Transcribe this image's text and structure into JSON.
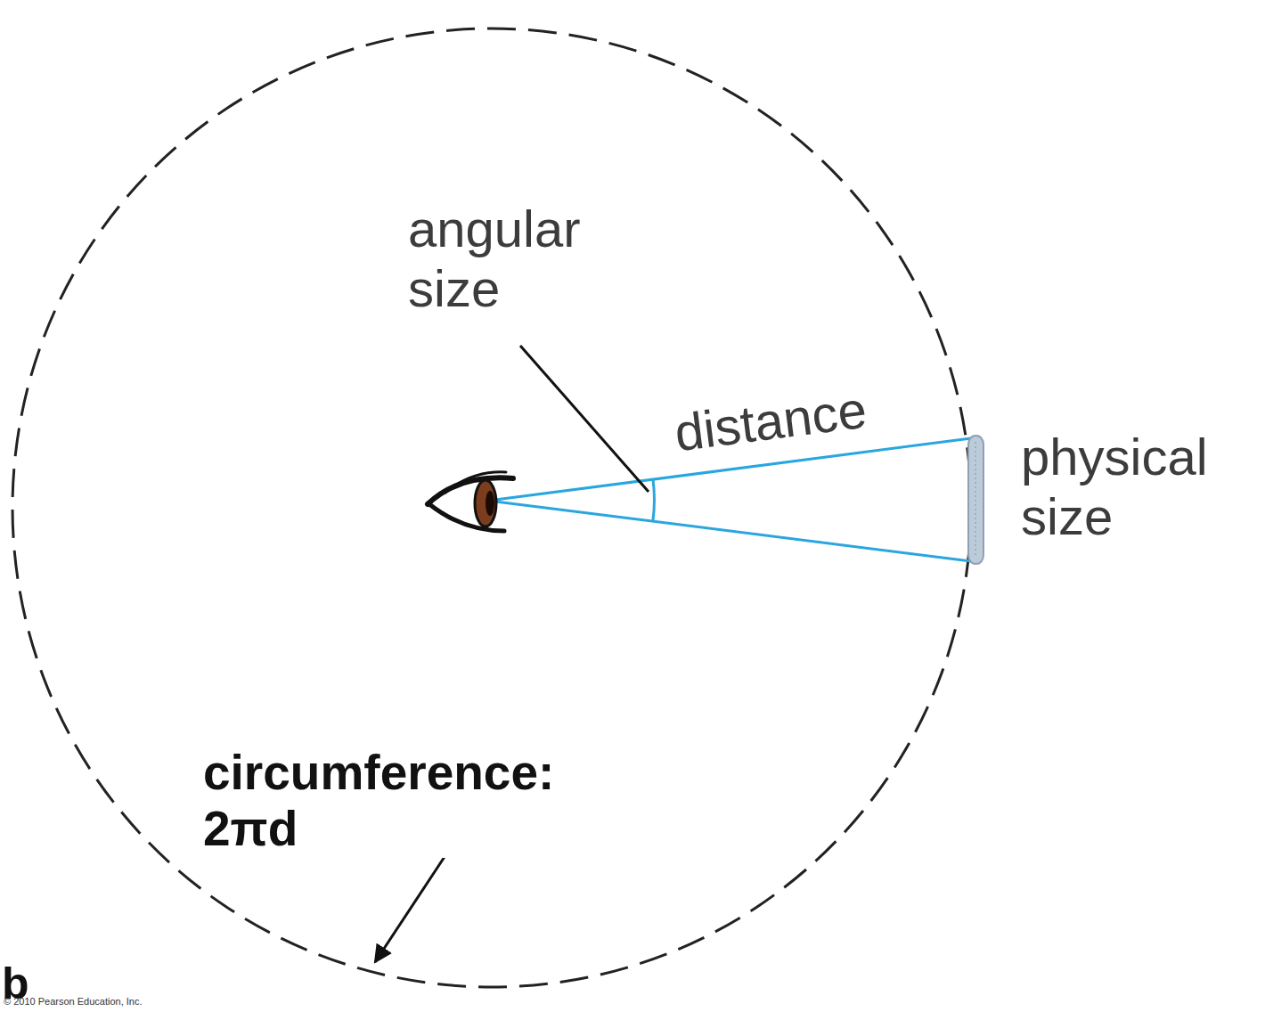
{
  "diagram": {
    "labels": [
      "angular size",
      "distance",
      "physical size",
      "circumference: 2πd",
      "b",
      "© 2010 Pearson Education, Inc."
    ]
  }
}
